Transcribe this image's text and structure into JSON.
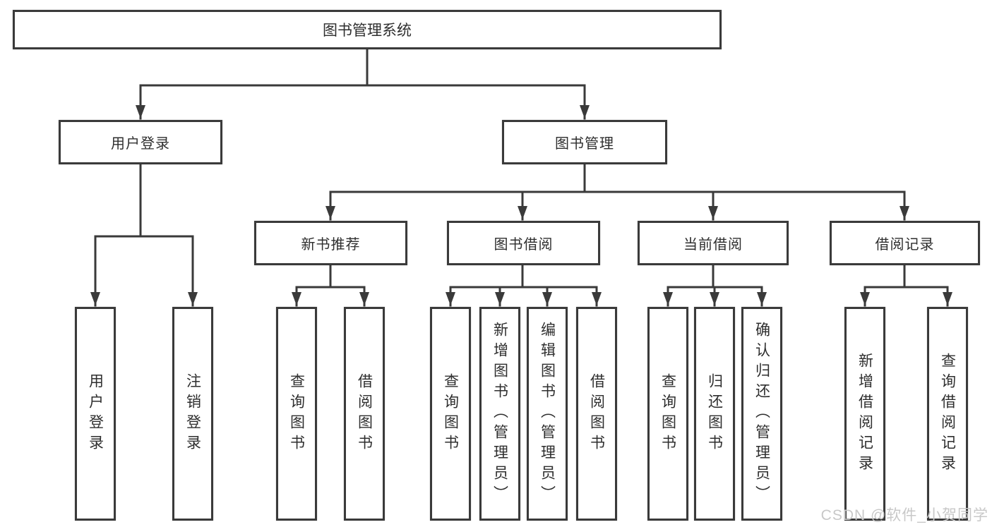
{
  "colors": {
    "line": "#3a3a3a",
    "text": "#2e2e2e",
    "watermark": "#c8c8c8",
    "box_background": "#ffffff"
  },
  "watermark": {
    "text": "CSDN @软件_小贺同学"
  },
  "tree": {
    "root": {
      "label": "图书管理系统"
    },
    "level2": [
      {
        "label": "用户登录",
        "children": [
          {
            "label": "用户登录"
          },
          {
            "label": "注销登录"
          }
        ]
      },
      {
        "label": "图书管理",
        "children": [
          {
            "label": "新书推荐",
            "children": [
              {
                "label": "查询图书"
              },
              {
                "label": "借阅图书"
              }
            ]
          },
          {
            "label": "图书借阅",
            "children": [
              {
                "label": "查询图书"
              },
              {
                "label": "新增图书（管理员）"
              },
              {
                "label": "编辑图书（管理员）"
              },
              {
                "label": "借阅图书"
              }
            ]
          },
          {
            "label": "当前借阅",
            "children": [
              {
                "label": "查询图书"
              },
              {
                "label": "归还图书"
              },
              {
                "label": "确认归还（管理员）"
              }
            ]
          },
          {
            "label": "借阅记录",
            "children": [
              {
                "label": "新增借阅记录"
              },
              {
                "label": "查询借阅记录"
              }
            ]
          }
        ]
      }
    ]
  }
}
